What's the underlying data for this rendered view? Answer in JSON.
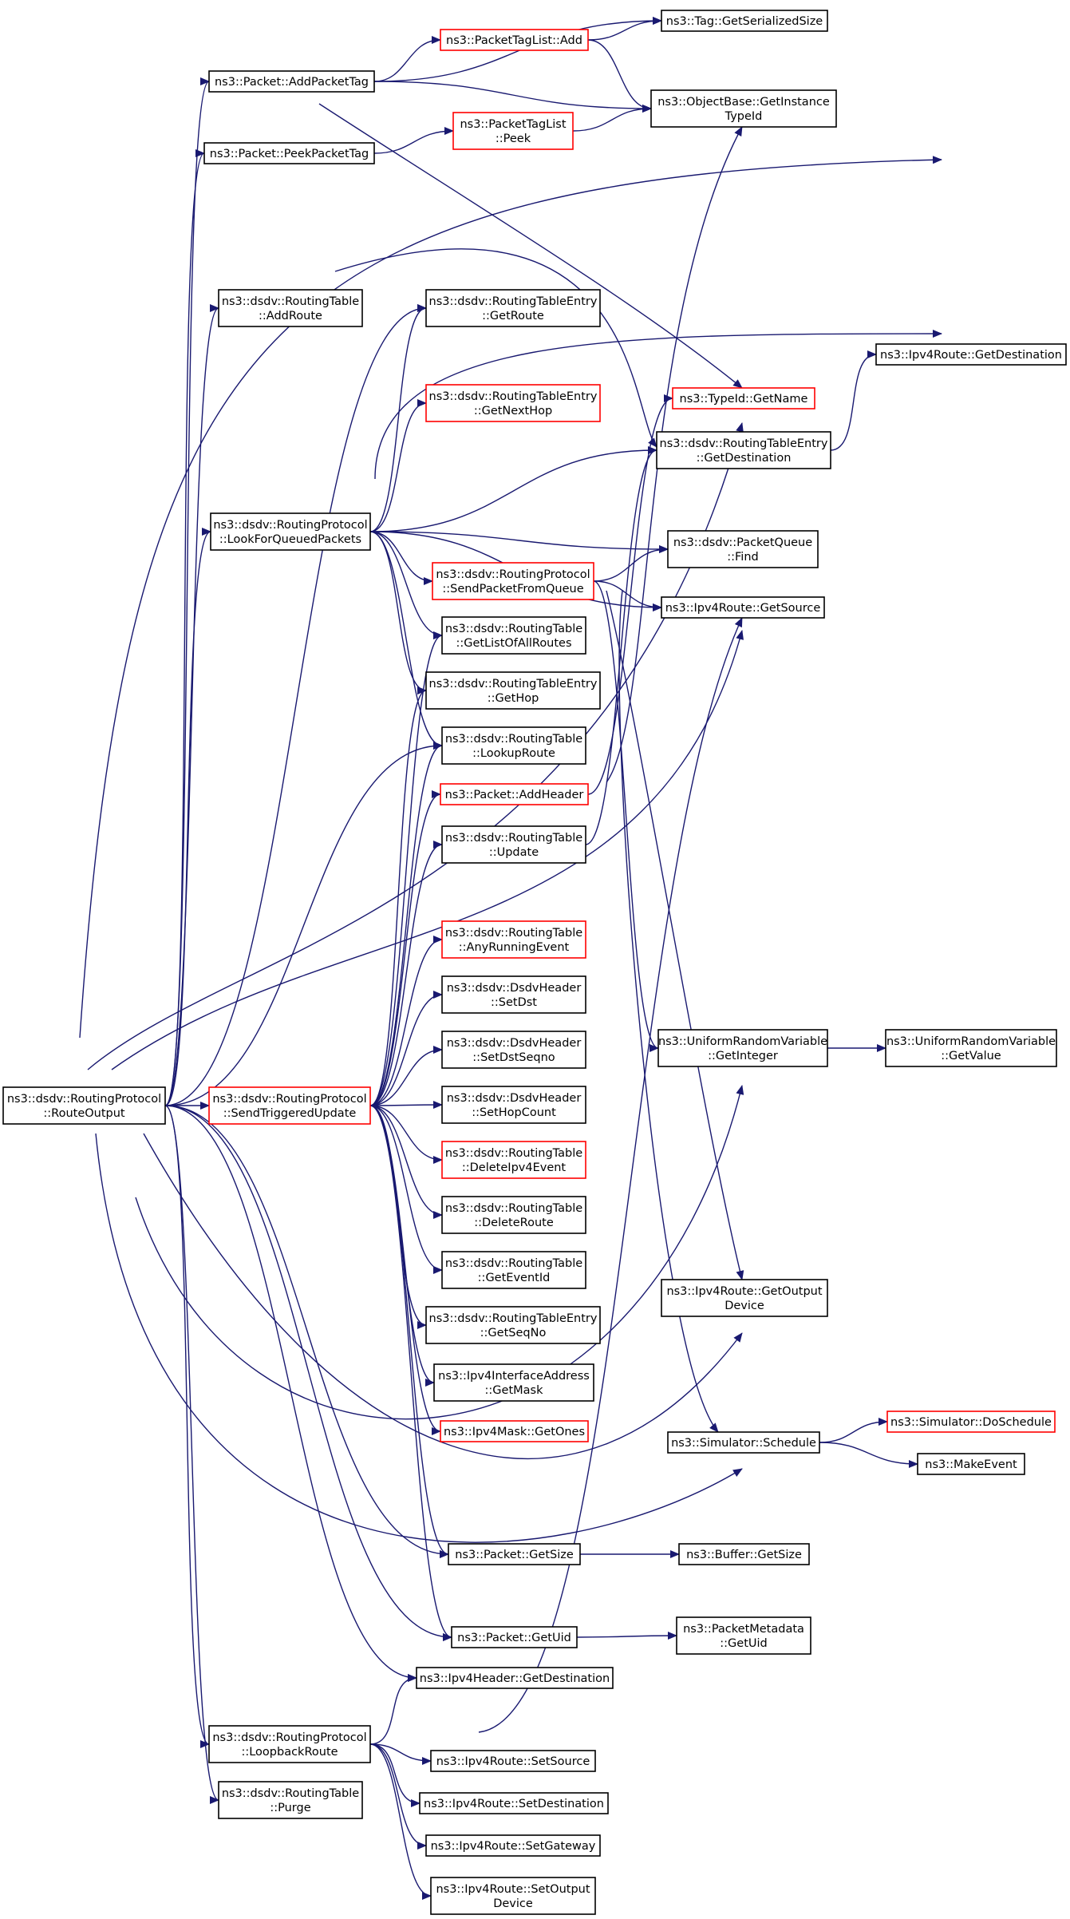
{
  "colors": {
    "edge": "#191970",
    "node_border": "#000000",
    "node_border_highlight": "#ff0000",
    "focus_fill": "#bfbfbf",
    "background": "#ffffff"
  },
  "nodes": [
    {
      "id": "n_routeoutput",
      "lines": [
        "ns3::dsdv::RoutingProtocol",
        "::RouteOutput"
      ],
      "style": "focus"
    },
    {
      "id": "n_addpackettag",
      "lines": [
        "ns3::Packet::AddPacketTag"
      ],
      "style": "normal"
    },
    {
      "id": "n_peekpackettag",
      "lines": [
        "ns3::Packet::PeekPacketTag"
      ],
      "style": "normal"
    },
    {
      "id": "n_rt_addroute",
      "lines": [
        "ns3::dsdv::RoutingTable",
        "::AddRoute"
      ],
      "style": "normal"
    },
    {
      "id": "n_lookforqueued",
      "lines": [
        "ns3::dsdv::RoutingProtocol",
        "::LookForQueuedPackets"
      ],
      "style": "normal"
    },
    {
      "id": "n_sendtriggered",
      "lines": [
        "ns3::dsdv::RoutingProtocol",
        "::SendTriggeredUpdate"
      ],
      "style": "highlight"
    },
    {
      "id": "n_loopbackroute",
      "lines": [
        "ns3::dsdv::RoutingProtocol",
        "::LoopbackRoute"
      ],
      "style": "normal"
    },
    {
      "id": "n_rt_purge",
      "lines": [
        "ns3::dsdv::RoutingTable",
        "::Purge"
      ],
      "style": "normal"
    },
    {
      "id": "n_tagsize",
      "lines": [
        "ns3::Tag::GetSerializedSize"
      ],
      "style": "normal"
    },
    {
      "id": "n_pkttaglist_add",
      "lines": [
        "ns3::PacketTagList::Add"
      ],
      "style": "highlight"
    },
    {
      "id": "n_objbase_typeid",
      "lines": [
        "ns3::ObjectBase::GetInstance",
        "TypeId"
      ],
      "style": "normal"
    },
    {
      "id": "n_pkttaglist_peek",
      "lines": [
        "ns3::PacketTagList",
        "::Peek"
      ],
      "style": "highlight"
    },
    {
      "id": "n_rte_getroute",
      "lines": [
        "ns3::dsdv::RoutingTableEntry",
        "::GetRoute"
      ],
      "style": "normal"
    },
    {
      "id": "n_ipv4route_getdest",
      "lines": [
        "ns3::Ipv4Route::GetDestination"
      ],
      "style": "normal"
    },
    {
      "id": "n_rte_getnexthop",
      "lines": [
        "ns3::dsdv::RoutingTableEntry",
        "::GetNextHop"
      ],
      "style": "highlight"
    },
    {
      "id": "n_typeid_getname",
      "lines": [
        "ns3::TypeId::GetName"
      ],
      "style": "highlight"
    },
    {
      "id": "n_rte_getdest",
      "lines": [
        "ns3::dsdv::RoutingTableEntry",
        "::GetDestination"
      ],
      "style": "normal"
    },
    {
      "id": "n_pq_find",
      "lines": [
        "ns3::dsdv::PacketQueue",
        "::Find"
      ],
      "style": "normal"
    },
    {
      "id": "n_sendpktfromqueue",
      "lines": [
        "ns3::dsdv::RoutingProtocol",
        "::SendPacketFromQueue"
      ],
      "style": "highlight"
    },
    {
      "id": "n_ipv4route_getsrc",
      "lines": [
        "ns3::Ipv4Route::GetSource"
      ],
      "style": "normal"
    },
    {
      "id": "n_rt_getlistall",
      "lines": [
        "ns3::dsdv::RoutingTable",
        "::GetListOfAllRoutes"
      ],
      "style": "normal"
    },
    {
      "id": "n_rte_gethop",
      "lines": [
        "ns3::dsdv::RoutingTableEntry",
        "::GetHop"
      ],
      "style": "normal"
    },
    {
      "id": "n_rt_lookuproute",
      "lines": [
        "ns3::dsdv::RoutingTable",
        "::LookupRoute"
      ],
      "style": "normal"
    },
    {
      "id": "n_pkt_addheader",
      "lines": [
        "ns3::Packet::AddHeader"
      ],
      "style": "highlight"
    },
    {
      "id": "n_rt_update",
      "lines": [
        "ns3::dsdv::RoutingTable",
        "::Update"
      ],
      "style": "normal"
    },
    {
      "id": "n_rt_anyrunning",
      "lines": [
        "ns3::dsdv::RoutingTable",
        "::AnyRunningEvent"
      ],
      "style": "highlight"
    },
    {
      "id": "n_dh_setdst",
      "lines": [
        "ns3::dsdv::DsdvHeader",
        "::SetDst"
      ],
      "style": "normal"
    },
    {
      "id": "n_dh_setdstseqno",
      "lines": [
        "ns3::dsdv::DsdvHeader",
        "::SetDstSeqno"
      ],
      "style": "normal"
    },
    {
      "id": "n_dh_sethopcount",
      "lines": [
        "ns3::dsdv::DsdvHeader",
        "::SetHopCount"
      ],
      "style": "normal"
    },
    {
      "id": "n_rt_deleteipv4ev",
      "lines": [
        "ns3::dsdv::RoutingTable",
        "::DeleteIpv4Event"
      ],
      "style": "highlight"
    },
    {
      "id": "n_rt_deleteroute",
      "lines": [
        "ns3::dsdv::RoutingTable",
        "::DeleteRoute"
      ],
      "style": "normal"
    },
    {
      "id": "n_rt_geteventid",
      "lines": [
        "ns3::dsdv::RoutingTable",
        "::GetEventId"
      ],
      "style": "normal"
    },
    {
      "id": "n_rte_getseqno",
      "lines": [
        "ns3::dsdv::RoutingTableEntry",
        "::GetSeqNo"
      ],
      "style": "normal"
    },
    {
      "id": "n_ipv4ifaddr_getmask",
      "lines": [
        "ns3::Ipv4InterfaceAddress",
        "::GetMask"
      ],
      "style": "normal"
    },
    {
      "id": "n_ipv4mask_getones",
      "lines": [
        "ns3::Ipv4Mask::GetOnes"
      ],
      "style": "highlight"
    },
    {
      "id": "n_urv_getinteger",
      "lines": [
        "ns3::UniformRandomVariable",
        "::GetInteger"
      ],
      "style": "normal"
    },
    {
      "id": "n_urv_getvalue",
      "lines": [
        "ns3::UniformRandomVariable",
        "::GetValue"
      ],
      "style": "normal"
    },
    {
      "id": "n_ipv4route_getoutdev",
      "lines": [
        "ns3::Ipv4Route::GetOutput",
        "Device"
      ],
      "style": "normal"
    },
    {
      "id": "n_sim_schedule",
      "lines": [
        "ns3::Simulator::Schedule"
      ],
      "style": "normal"
    },
    {
      "id": "n_sim_doschedule",
      "lines": [
        "ns3::Simulator::DoSchedule"
      ],
      "style": "highlight"
    },
    {
      "id": "n_makeevent",
      "lines": [
        "ns3::MakeEvent"
      ],
      "style": "normal"
    },
    {
      "id": "n_pkt_getsize",
      "lines": [
        "ns3::Packet::GetSize"
      ],
      "style": "normal"
    },
    {
      "id": "n_buf_getsize",
      "lines": [
        "ns3::Buffer::GetSize"
      ],
      "style": "normal"
    },
    {
      "id": "n_pkt_getuid",
      "lines": [
        "ns3::Packet::GetUid"
      ],
      "style": "normal"
    },
    {
      "id": "n_pktmeta_getuid",
      "lines": [
        "ns3::PacketMetadata",
        "::GetUid"
      ],
      "style": "normal"
    },
    {
      "id": "n_ipv4hdr_getdest",
      "lines": [
        "ns3::Ipv4Header::GetDestination"
      ],
      "style": "normal"
    },
    {
      "id": "n_ipv4route_setsrc",
      "lines": [
        "ns3::Ipv4Route::SetSource"
      ],
      "style": "normal"
    },
    {
      "id": "n_ipv4route_setdest",
      "lines": [
        "ns3::Ipv4Route::SetDestination"
      ],
      "style": "normal"
    },
    {
      "id": "n_ipv4route_setgw",
      "lines": [
        "ns3::Ipv4Route::SetGateway"
      ],
      "style": "normal"
    },
    {
      "id": "n_ipv4route_setoutdev",
      "lines": [
        "ns3::Ipv4Route::SetOutput",
        "Device"
      ],
      "style": "normal"
    }
  ],
  "edges": [
    [
      "n_routeoutput",
      "n_addpackettag"
    ],
    [
      "n_routeoutput",
      "n_peekpackettag"
    ],
    [
      "n_routeoutput",
      "n_ipv4route_getdest"
    ],
    [
      "n_routeoutput",
      "n_rt_addroute"
    ],
    [
      "n_routeoutput",
      "n_rte_getroute"
    ],
    [
      "n_routeoutput",
      "n_lookforqueued"
    ],
    [
      "n_routeoutput",
      "n_rt_lookuproute"
    ],
    [
      "n_routeoutput",
      "n_ipv4route_getsrc"
    ],
    [
      "n_routeoutput",
      "n_sendtriggered"
    ],
    [
      "n_routeoutput",
      "n_urv_getinteger"
    ],
    [
      "n_routeoutput",
      "n_ipv4route_getoutdev"
    ],
    [
      "n_routeoutput",
      "n_pkt_getsize"
    ],
    [
      "n_routeoutput",
      "n_sim_schedule"
    ],
    [
      "n_routeoutput",
      "n_pkt_getuid"
    ],
    [
      "n_routeoutput",
      "n_ipv4hdr_getdest"
    ],
    [
      "n_routeoutput",
      "n_loopbackroute"
    ],
    [
      "n_routeoutput",
      "n_rt_purge"
    ],
    [
      "n_routeoutput",
      "n_typeid_getname"
    ],
    [
      "n_addpackettag",
      "n_tagsize"
    ],
    [
      "n_addpackettag",
      "n_pkttaglist_add"
    ],
    [
      "n_addpackettag",
      "n_objbase_typeid"
    ],
    [
      "n_addpackettag",
      "n_typeid_getname"
    ],
    [
      "n_pkttaglist_add",
      "n_tagsize"
    ],
    [
      "n_pkttaglist_add",
      "n_objbase_typeid"
    ],
    [
      "n_peekpackettag",
      "n_pkttaglist_peek"
    ],
    [
      "n_pkttaglist_peek",
      "n_objbase_typeid"
    ],
    [
      "n_rt_addroute",
      "n_rte_getdest"
    ],
    [
      "n_lookforqueued",
      "n_rte_getroute"
    ],
    [
      "n_lookforqueued",
      "n_ipv4route_getdest"
    ],
    [
      "n_lookforqueued",
      "n_rte_getnexthop"
    ],
    [
      "n_lookforqueued",
      "n_rte_getdest"
    ],
    [
      "n_lookforqueued",
      "n_pq_find"
    ],
    [
      "n_lookforqueued",
      "n_sendpktfromqueue"
    ],
    [
      "n_lookforqueued",
      "n_ipv4route_getsrc"
    ],
    [
      "n_lookforqueued",
      "n_rt_getlistall"
    ],
    [
      "n_lookforqueued",
      "n_rte_gethop"
    ],
    [
      "n_lookforqueued",
      "n_rt_lookuproute"
    ],
    [
      "n_sendpktfromqueue",
      "n_pq_find"
    ],
    [
      "n_sendpktfromqueue",
      "n_ipv4route_getsrc"
    ],
    [
      "n_sendpktfromqueue",
      "n_urv_getinteger"
    ],
    [
      "n_sendpktfromqueue",
      "n_ipv4route_getoutdev"
    ],
    [
      "n_sendpktfromqueue",
      "n_sim_schedule"
    ],
    [
      "n_rte_getdest",
      "n_ipv4route_getdest"
    ],
    [
      "n_pkt_addheader",
      "n_typeid_getname"
    ],
    [
      "n_pkt_addheader",
      "n_objbase_typeid"
    ],
    [
      "n_rt_update",
      "n_rte_getdest"
    ],
    [
      "n_sendtriggered",
      "n_rt_getlistall"
    ],
    [
      "n_sendtriggered",
      "n_rte_gethop"
    ],
    [
      "n_sendtriggered",
      "n_rt_lookuproute"
    ],
    [
      "n_sendtriggered",
      "n_pkt_addheader"
    ],
    [
      "n_sendtriggered",
      "n_rt_update"
    ],
    [
      "n_sendtriggered",
      "n_rt_anyrunning"
    ],
    [
      "n_sendtriggered",
      "n_dh_setdst"
    ],
    [
      "n_sendtriggered",
      "n_dh_setdstseqno"
    ],
    [
      "n_sendtriggered",
      "n_dh_sethopcount"
    ],
    [
      "n_sendtriggered",
      "n_rt_deleteipv4ev"
    ],
    [
      "n_sendtriggered",
      "n_rt_deleteroute"
    ],
    [
      "n_sendtriggered",
      "n_rt_geteventid"
    ],
    [
      "n_sendtriggered",
      "n_rte_getseqno"
    ],
    [
      "n_sendtriggered",
      "n_ipv4ifaddr_getmask"
    ],
    [
      "n_sendtriggered",
      "n_ipv4mask_getones"
    ],
    [
      "n_sendtriggered",
      "n_pkt_getsize"
    ],
    [
      "n_sendtriggered",
      "n_pkt_getuid"
    ],
    [
      "n_urv_getinteger",
      "n_urv_getvalue"
    ],
    [
      "n_sim_schedule",
      "n_sim_doschedule"
    ],
    [
      "n_sim_schedule",
      "n_makeevent"
    ],
    [
      "n_pkt_getsize",
      "n_buf_getsize"
    ],
    [
      "n_pkt_getuid",
      "n_pktmeta_getuid"
    ],
    [
      "n_loopbackroute",
      "n_ipv4hdr_getdest"
    ],
    [
      "n_loopbackroute",
      "n_ipv4route_getsrc"
    ],
    [
      "n_loopbackroute",
      "n_ipv4route_setsrc"
    ],
    [
      "n_loopbackroute",
      "n_ipv4route_setdest"
    ],
    [
      "n_loopbackroute",
      "n_ipv4route_setgw"
    ],
    [
      "n_loopbackroute",
      "n_ipv4route_setoutdev"
    ]
  ]
}
